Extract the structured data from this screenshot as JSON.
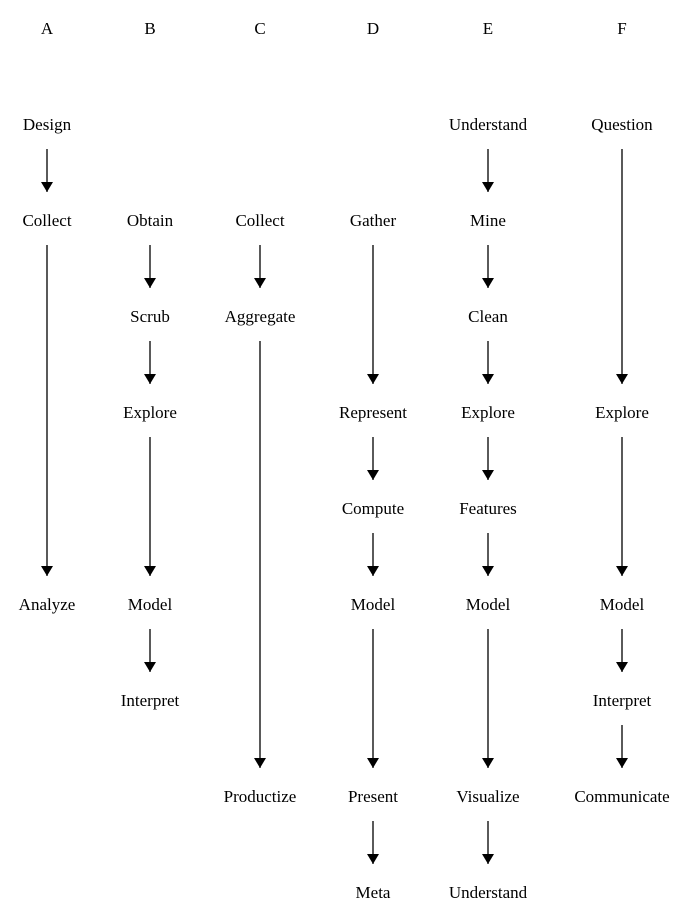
{
  "columns": [
    {
      "id": "A",
      "header": "A",
      "nodes": [
        {
          "label": "Design",
          "row": 1
        },
        {
          "label": "Collect",
          "row": 2
        },
        {
          "label": "Analyze",
          "row": 6
        }
      ]
    },
    {
      "id": "B",
      "header": "B",
      "nodes": [
        {
          "label": "Obtain",
          "row": 2
        },
        {
          "label": "Scrub",
          "row": 3
        },
        {
          "label": "Explore",
          "row": 4
        },
        {
          "label": "Model",
          "row": 6
        },
        {
          "label": "Interpret",
          "row": 7
        }
      ]
    },
    {
      "id": "C",
      "header": "C",
      "nodes": [
        {
          "label": "Collect",
          "row": 2
        },
        {
          "label": "Aggregate",
          "row": 3
        },
        {
          "label": "Productize",
          "row": 8
        }
      ]
    },
    {
      "id": "D",
      "header": "D",
      "nodes": [
        {
          "label": "Gather",
          "row": 2
        },
        {
          "label": "Represent",
          "row": 4
        },
        {
          "label": "Compute",
          "row": 5
        },
        {
          "label": "Model",
          "row": 6
        },
        {
          "label": "Present",
          "row": 8
        },
        {
          "label": "Meta",
          "row": 9
        }
      ]
    },
    {
      "id": "E",
      "header": "E",
      "nodes": [
        {
          "label": "Understand",
          "row": 1
        },
        {
          "label": "Mine",
          "row": 2
        },
        {
          "label": "Clean",
          "row": 3
        },
        {
          "label": "Explore",
          "row": 4
        },
        {
          "label": "Features",
          "row": 5
        },
        {
          "label": "Model",
          "row": 6
        },
        {
          "label": "Visualize",
          "row": 8
        },
        {
          "label": "Understand",
          "row": 9
        }
      ]
    },
    {
      "id": "F",
      "header": "F",
      "nodes": [
        {
          "label": "Question",
          "row": 1
        },
        {
          "label": "Explore",
          "row": 4
        },
        {
          "label": "Model",
          "row": 6
        },
        {
          "label": "Interpret",
          "row": 7
        },
        {
          "label": "Communicate",
          "row": 8
        }
      ]
    }
  ]
}
